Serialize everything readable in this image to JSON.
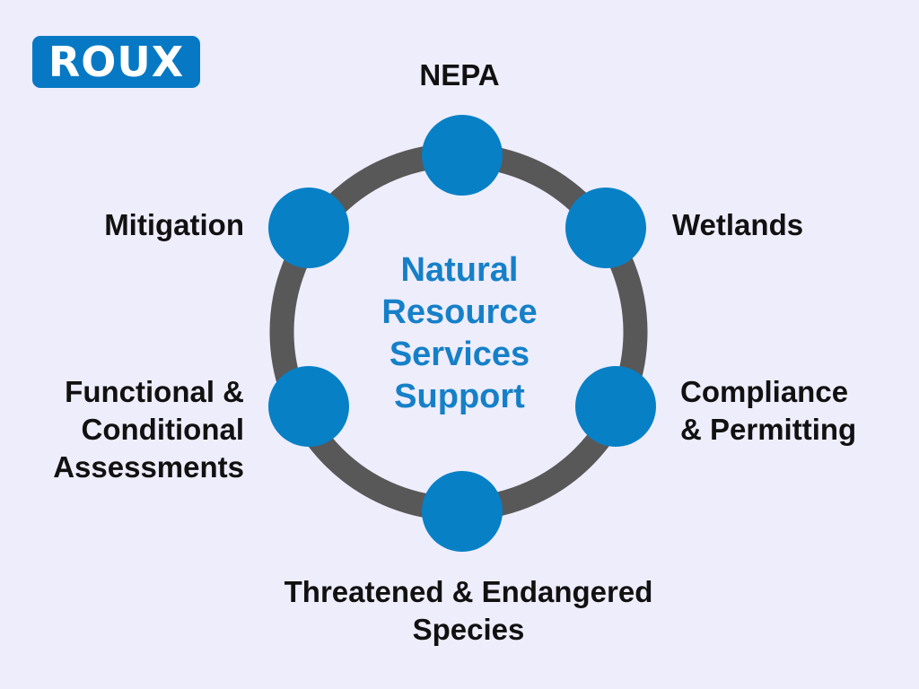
{
  "logo": {
    "text": "ROUX"
  },
  "center": {
    "lines": [
      "Natural",
      "Resource",
      "Services",
      "Support"
    ]
  },
  "nodes": [
    {
      "id": "nepa",
      "lines": [
        "NEPA"
      ]
    },
    {
      "id": "wetlands",
      "lines": [
        "Wetlands"
      ]
    },
    {
      "id": "compliance",
      "lines": [
        "Compliance",
        "& Permitting"
      ]
    },
    {
      "id": "species",
      "lines": [
        "Threatened & Endangered",
        "Species"
      ]
    },
    {
      "id": "assessments",
      "lines": [
        "Functional &",
        "Conditional",
        "Assessments"
      ]
    },
    {
      "id": "mitigation",
      "lines": [
        "Mitigation"
      ]
    }
  ],
  "colors": {
    "background": "#eeedfc",
    "ring": "#585858",
    "node": "#0780c6",
    "center_text": "#1580c8",
    "label_text": "#111111",
    "logo_bg": "#0779c4"
  }
}
